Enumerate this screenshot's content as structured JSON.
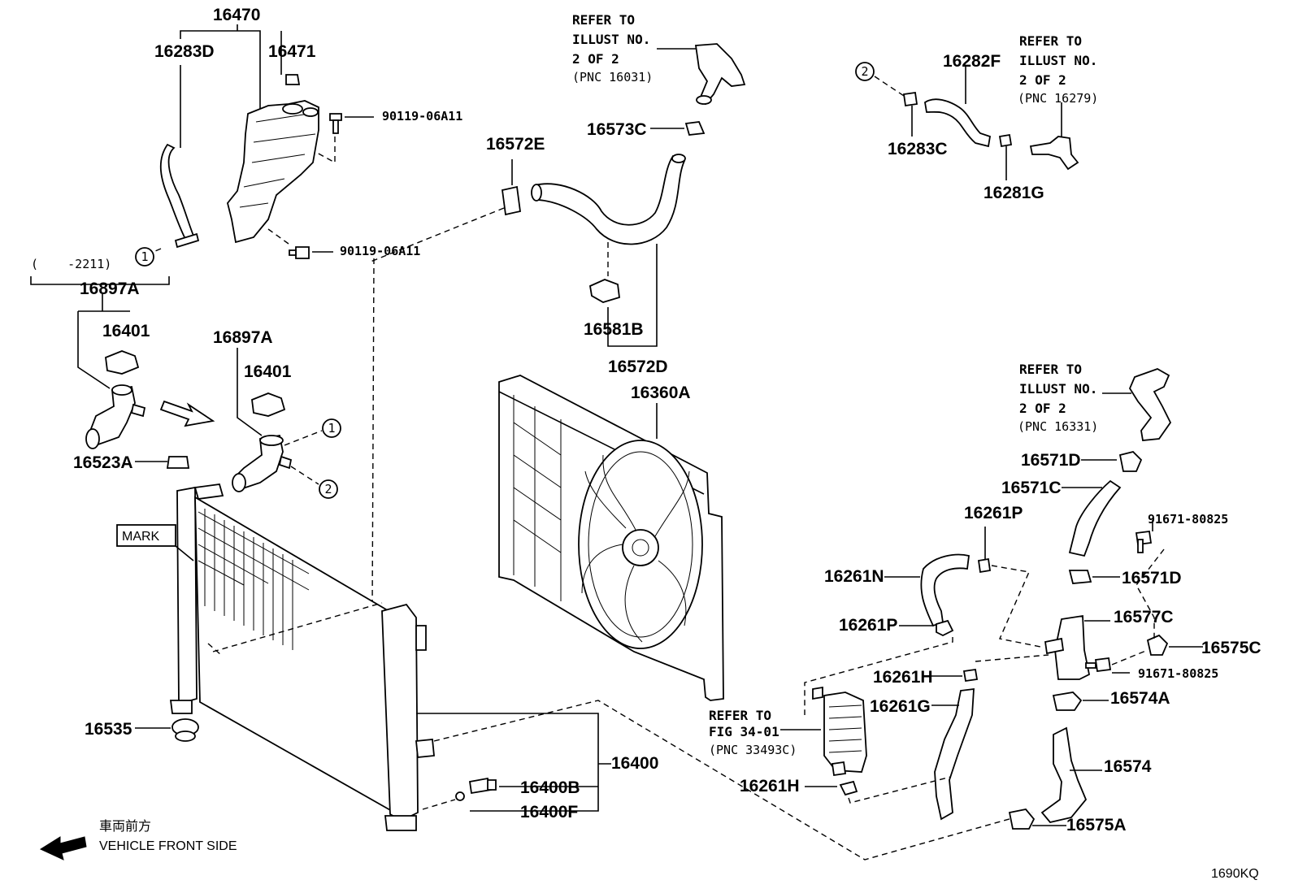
{
  "labels": {
    "p16470": "16470",
    "p16283D": "16283D",
    "p16471": "16471",
    "p90119a": "90119-06A11",
    "p90119b": "90119-06A11",
    "range": "(    -2211)",
    "p16897A_a": "16897A",
    "p16401_a": "16401",
    "p16897A_b": "16897A",
    "p16401_b": "16401",
    "p16523A": "16523A",
    "mark": "MARK",
    "p16535": "16535",
    "p16572E": "16572E",
    "p16573C": "16573C",
    "p16581B": "16581B",
    "p16572D": "16572D",
    "p16360A": "16360A",
    "p16282F": "16282F",
    "p16283C": "16283C",
    "p16281G": "16281G",
    "p16571D_a": "16571D",
    "p16571C": "16571C",
    "p16261P_a": "16261P",
    "p91671a": "91671-80825",
    "p16261N": "16261N",
    "p16571D_b": "16571D",
    "p16577C": "16577C",
    "p16261P_b": "16261P",
    "p16575C": "16575C",
    "p91671b": "91671-80825",
    "p16261H_a": "16261H",
    "p16574A": "16574A",
    "p16261G": "16261G",
    "p16574": "16574",
    "p16261H_b": "16261H",
    "p16575A": "16575A",
    "p16400": "16400",
    "p16400B": "16400B",
    "p16400F": "16400F"
  },
  "refs": {
    "r1": [
      "REFER TO",
      "ILLUST NO.",
      "2 OF 2",
      "(PNC 16031)"
    ],
    "r2": [
      "REFER TO",
      "ILLUST NO.",
      "2 OF 2",
      "(PNC 16279)"
    ],
    "r3": [
      "REFER TO",
      "ILLUST NO.",
      "2 OF 2",
      "(PNC 16331)"
    ],
    "r4": [
      "REFER TO",
      "FIG 34-01",
      "(PNC 33493C)"
    ]
  },
  "circles": {
    "c1": "1",
    "c2": "2"
  },
  "direction": {
    "japanese": "車両前方",
    "english": "VEHICLE FRONT SIDE"
  },
  "diagram_code": "1690KQ"
}
